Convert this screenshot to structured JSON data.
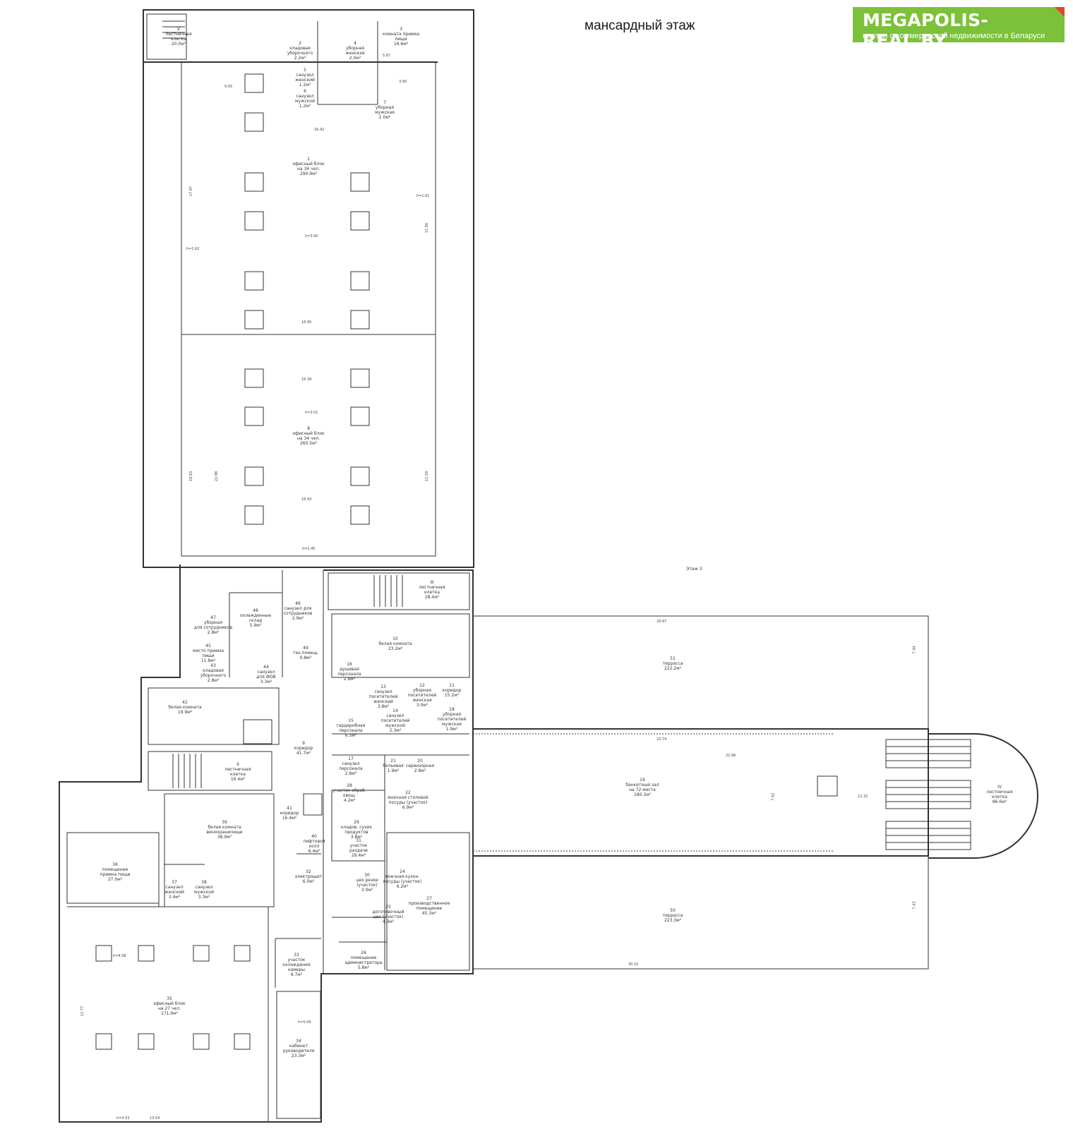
{
  "header": {
    "title": "мансардный этаж"
  },
  "logo": {
    "brand": "MEGAPOLIS-REAL.BY",
    "tagline": "портал о коммерческой недвижимости в Беларуси",
    "bg_color": "#7cc13a",
    "accent_color": "#e0452b"
  },
  "plan": {
    "floor_note": "Этаж 3",
    "rooms": [
      {
        "id": "r1",
        "label": "1\nофисный блок\nна 34 чел.\n290.9м²"
      },
      {
        "id": "r8",
        "label": "8\nофисный блок\nна 34 чел.\n260.5м²"
      },
      {
        "id": "r3",
        "label": "3\nкомната приема\nпищи\n16.6м²"
      },
      {
        "id": "r4",
        "label": "4\nуборная\nженская\n2.0м²"
      },
      {
        "id": "r5",
        "label": "5\nсанузел\nженский\n1.2м²"
      },
      {
        "id": "r6",
        "label": "6\nсанузел\nмужской\n1.2м²"
      },
      {
        "id": "r7",
        "label": "7\nуборная\nмужская\n2.0м²"
      },
      {
        "id": "r2",
        "label": "2\nкладовая\nуборочного\n2.2м²"
      },
      {
        "id": "rV",
        "label": "V\nлестничная\nклетка\n20.0м²"
      },
      {
        "id": "rIII",
        "label": "III\nлестничная\nклетка\n28.4м²"
      },
      {
        "id": "r10",
        "label": "10\nбелая комната\n23.2м²"
      },
      {
        "id": "r51",
        "label": "51\nтеррасса\n222.2м²"
      },
      {
        "id": "r19",
        "label": "19\nбанкетный зал\nна 72 места\n180.3м²"
      },
      {
        "id": "rIV",
        "label": "IV\nлестничная\nклетка\n86.6м²"
      },
      {
        "id": "r50",
        "label": "50\nтеррасса\n223.3м²"
      },
      {
        "id": "r42",
        "label": "42\nбелая комната\n19.9м²"
      },
      {
        "id": "r9",
        "label": "9\nкоридор\n41.7м²"
      },
      {
        "id": "r39",
        "label": "39\nбелая комната\nвинохранилище\n38.9м²"
      },
      {
        "id": "r41",
        "label": "41\nкоридор\n16.4м²"
      },
      {
        "id": "r36",
        "label": "36\nпомещение\nприема пищи\n27.0м²"
      },
      {
        "id": "r35",
        "label": "35\nофисный блок\nна 27 чел.\n171.9м²"
      },
      {
        "id": "r34",
        "label": "34\nкабинет\nруководителя\n23.3м²"
      },
      {
        "id": "r27",
        "label": "27\nпроизводственное\nпомещение\n45.3м²"
      },
      {
        "id": "r31",
        "label": "31\nучасток\nраздачи\n29.4м²"
      },
      {
        "id": "r40",
        "label": "40\nлифтовой\nхолл\n6.4м²"
      },
      {
        "id": "r32",
        "label": "32\nэлектрощит\n6.0м²"
      },
      {
        "id": "r33",
        "label": "33\nучасток\nохлаждения\nкамеры\n9.7м²"
      },
      {
        "id": "r26",
        "label": "26\nпомещение\nадминистратора\n5.8м²"
      },
      {
        "id": "r11",
        "label": "11\nкоридор\n15.2м²"
      },
      {
        "id": "r45",
        "label": "45\nместо приема\nпищи\n11.8м²"
      },
      {
        "id": "r47",
        "label": "47\nуборная\nдля сотрудников\n2.8м²"
      },
      {
        "id": "r48",
        "label": "48\nохлажденные\nсклад\n5.9м²"
      },
      {
        "id": "r46",
        "label": "46\nсанузел для\nсотрудников\n2.9м²"
      },
      {
        "id": "r43",
        "label": "43\nкладовая\nуборочного\n2.8м²"
      },
      {
        "id": "r44",
        "label": "44\nсанузел\nдля ФОВ\n3.3м²"
      },
      {
        "id": "r49",
        "label": "49\nтех.помещ.\n0.8м²"
      },
      {
        "id": "rII",
        "label": "II\nлестничная\nклетка\n16.4м²"
      },
      {
        "id": "r22",
        "label": "22\nмоечная столовой\nпосуды (участок)\n6.9м²"
      },
      {
        "id": "r21",
        "label": "21\nбельевая\n1.9м²"
      },
      {
        "id": "r20",
        "label": "20\nсервизорная\n2.8м²"
      },
      {
        "id": "r24",
        "label": "24\nмоечная кухон.\nпосуды (участок)\n6.2м²"
      },
      {
        "id": "r25",
        "label": "25\nдоготовочный\nцех (участок)\n4.3м²"
      },
      {
        "id": "r30",
        "label": "30\nцех резки\n(участок)\n3.0м²"
      },
      {
        "id": "r37",
        "label": "37\nсанузел\nженский\n3.4м²"
      },
      {
        "id": "r38",
        "label": "38\nсанузел\nмужской\n3.3м²"
      },
      {
        "id": "r13",
        "label": "13\nсанузел\nпосетителей\nженский\n3.8м²"
      },
      {
        "id": "r12",
        "label": "12\nуборная\nпосетителей\nженская\n3.0м²"
      },
      {
        "id": "r14",
        "label": "14\nсанузел\nпосетителей\nмужской\n2.3м²"
      },
      {
        "id": "r18",
        "label": "18\nуборная\nпосетителей\nмужская\n1.9м²"
      },
      {
        "id": "r15",
        "label": "15\nгардеробная\nперсонала\n6.5м²"
      },
      {
        "id": "r16",
        "label": "16\nдушевая\nперсонала\n2.8м²"
      },
      {
        "id": "r28",
        "label": "28\nучасток обраб.\nовощ.\n4.2м²"
      },
      {
        "id": "r29",
        "label": "29\nкладов. сухих\nпродуктов\n3.8м²"
      },
      {
        "id": "r17",
        "label": "17\nсанузел\nперсонала\n2.6м²"
      }
    ],
    "dims": [
      {
        "id": "d1",
        "text": "17.97"
      },
      {
        "id": "d2",
        "text": "16.42"
      },
      {
        "id": "d3",
        "text": "h=3.00"
      },
      {
        "id": "d4",
        "text": "h=1.62"
      },
      {
        "id": "d5",
        "text": "h=1.61"
      },
      {
        "id": "d6",
        "text": "11.90"
      },
      {
        "id": "d7",
        "text": "16.45"
      },
      {
        "id": "d8",
        "text": "16.39"
      },
      {
        "id": "d9",
        "text": "h=3.01"
      },
      {
        "id": "d10",
        "text": "19.93"
      },
      {
        "id": "d11",
        "text": "22.98"
      },
      {
        "id": "d12",
        "text": "12.29"
      },
      {
        "id": "d13",
        "text": "16.43"
      },
      {
        "id": "d14",
        "text": "h=2.45"
      },
      {
        "id": "d15",
        "text": "29.87"
      },
      {
        "id": "d16",
        "text": "7.44"
      },
      {
        "id": "d17",
        "text": "23.74"
      },
      {
        "id": "d18",
        "text": "22.96"
      },
      {
        "id": "d19",
        "text": "7.62"
      },
      {
        "id": "d20",
        "text": "12.32"
      },
      {
        "id": "d21",
        "text": "30.10"
      },
      {
        "id": "d22",
        "text": "7.43"
      },
      {
        "id": "d23",
        "text": "h=4.58"
      },
      {
        "id": "d24",
        "text": "12.77"
      },
      {
        "id": "d25",
        "text": "13.54"
      },
      {
        "id": "d26",
        "text": "h=3.53"
      },
      {
        "id": "d27",
        "text": "h=5.09"
      },
      {
        "id": "d28",
        "text": "9.05"
      },
      {
        "id": "d29",
        "text": "5.87"
      },
      {
        "id": "d30",
        "text": "3.90"
      }
    ]
  }
}
